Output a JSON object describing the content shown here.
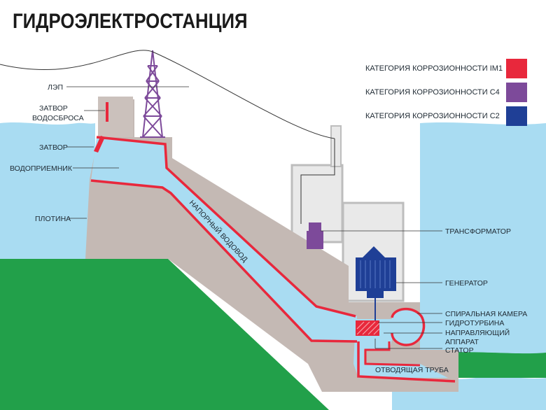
{
  "title": "ГИДРОЭЛЕКТРОСТАНЦИЯ",
  "legend": [
    {
      "label": "КАТЕГОРИЯ КОРРОЗИОННОСТИ IM1",
      "color": "#e8283c"
    },
    {
      "label": "КАТЕГОРИЯ КОРРОЗИОННОСТИ C4",
      "color": "#7d4a9a"
    },
    {
      "label": "КАТЕГОРИЯ КОРРОЗИОННОСТИ C2",
      "color": "#1f3f96"
    }
  ],
  "labels": {
    "power_line": "ЛЭП",
    "spillway_gate_1": "ЗАТВОР",
    "spillway_gate_2": "ВОДОСБРОСА",
    "gate": "ЗАТВОР",
    "water_intake": "ВОДОПРИЕМНИК",
    "dam": "ПЛОТИНА",
    "penstock": "НАПОРНЫЙ ВОДОВОД",
    "transformer": "ТРАНСФОРМАТОР",
    "generator": "ГЕНЕРАТОР",
    "spiral_chamber": "СПИРАЛЬНАЯ КАМЕРА",
    "turbine": "ГИДРОТУРБИНА",
    "guide_apparatus_1": "НАПРАВЛЯЮЩИЙ",
    "guide_apparatus_2": "АППАРАТ",
    "stator": "СТАТОР",
    "draft_tube": "ОТВОДЯЩАЯ ТРУБА"
  },
  "colors": {
    "water": "#a9dcf2",
    "ground": "#22a04a",
    "concrete": "#c4b9b4",
    "red": "#e8283c",
    "purple": "#7d4a9a",
    "blue": "#1f3f96"
  }
}
